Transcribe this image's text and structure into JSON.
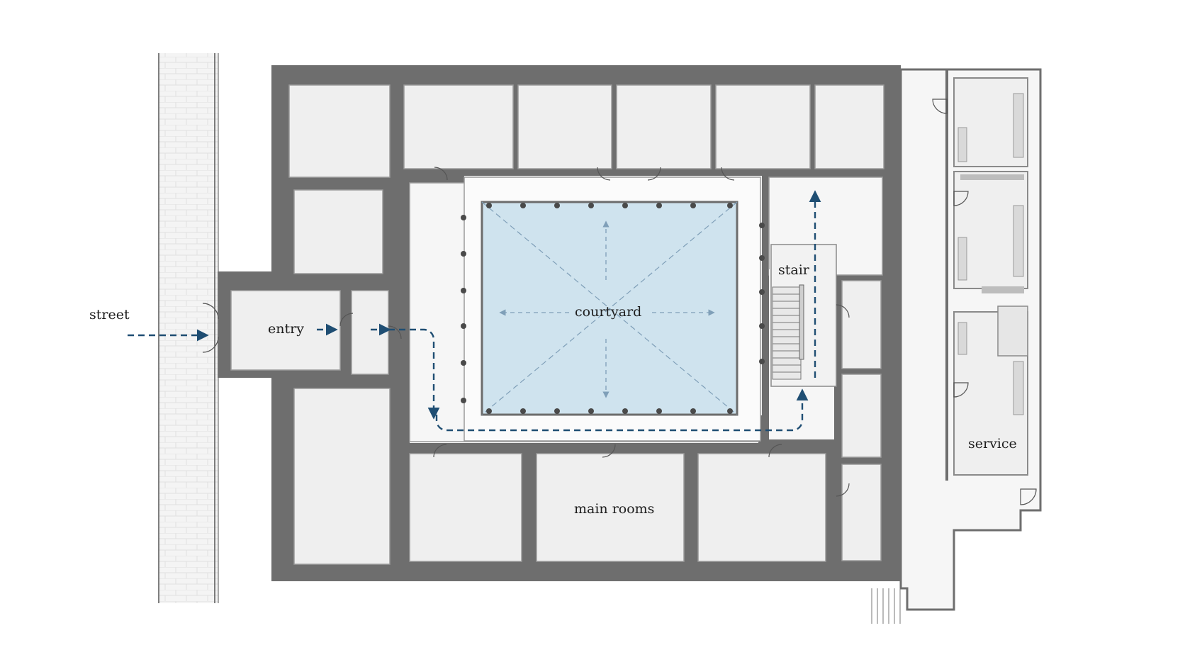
{
  "labels": {
    "street": "street",
    "entry": "entry",
    "courtyard": "courtyard",
    "stair": "stair",
    "main_rooms": "main rooms",
    "service": "service"
  },
  "colors": {
    "wall": "#6e6e6e",
    "room_fill": "#efefef",
    "corridor_fill": "#f6f6f6",
    "courtyard_fill": "#cfe3ee",
    "path_arrow": "#1f4e73",
    "pavement": "#f3f3f3"
  }
}
